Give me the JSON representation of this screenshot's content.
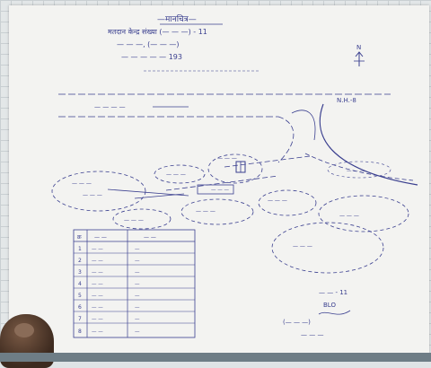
{
  "colors": {
    "ink": "#3a3f8f",
    "paper": "#f3f3f1",
    "grid": "#c9cfd2"
  },
  "header": {
    "title": "—मानचित्र—",
    "line1": "मतदान केन्द्र संख्या (— — —) - 11",
    "line2": "— — —, (— — —)",
    "line3": "— — — — — 193"
  },
  "north_label": "N",
  "road": {
    "label": "— — — —",
    "highway_label": "N.H.-8"
  },
  "places": {
    "p1": "— — —",
    "p2": "— — —",
    "p3": "— — —",
    "p4": "— — —",
    "p5": "— — —",
    "p6": "— — —",
    "p7": "— — —",
    "p8": "— — —",
    "p9": "— — —",
    "p10": "— — —",
    "p11": "— — —"
  },
  "table": {
    "headers": [
      "क्र",
      "— —",
      "— —"
    ],
    "rows": [
      [
        "1",
        "— —",
        "—"
      ],
      [
        "2",
        "— —",
        "—"
      ],
      [
        "3",
        "— —",
        "—"
      ],
      [
        "4",
        "— —",
        "—"
      ],
      [
        "5",
        "— —",
        "—"
      ],
      [
        "6",
        "— —",
        "—"
      ],
      [
        "7",
        "— —",
        "—"
      ],
      [
        "8",
        "— —",
        "—"
      ]
    ]
  },
  "signature": {
    "line1": "— — - 11",
    "line2": "BLO",
    "line3": "(— — —)",
    "line4": "— — —"
  }
}
